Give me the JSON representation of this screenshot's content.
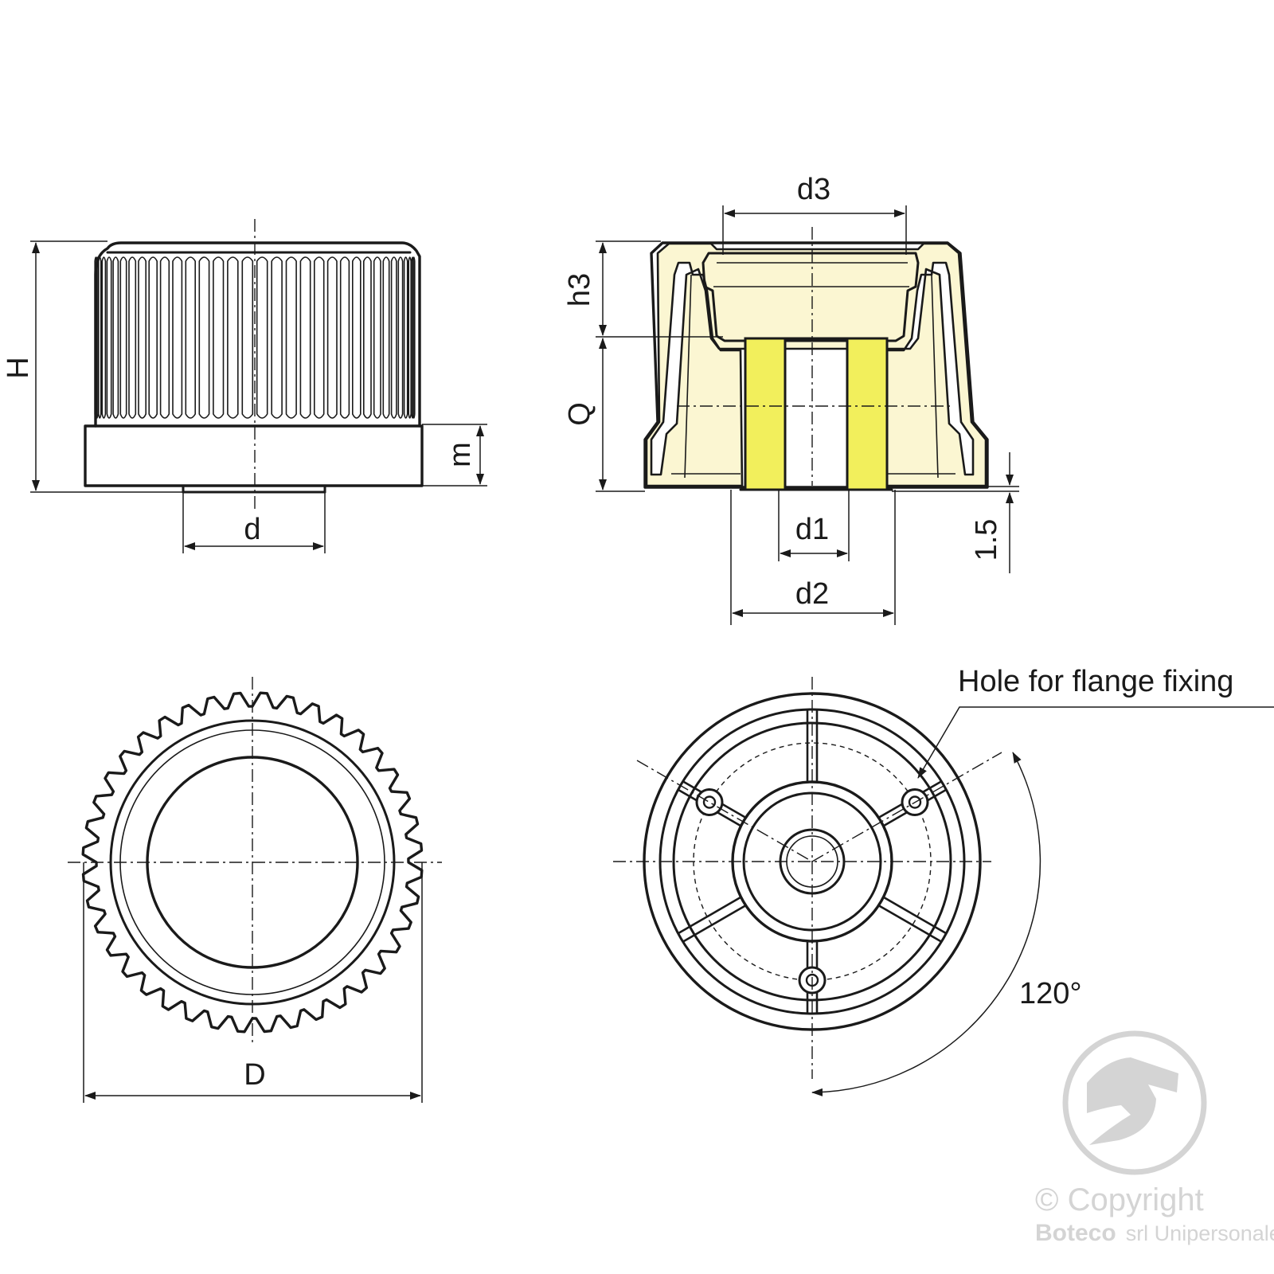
{
  "colors": {
    "line": "#1a1a1a",
    "body_fill": "#fbf6d2",
    "insert_fill": "#f2ef5c",
    "watermark": "#d4d4d4"
  },
  "dimensions": {
    "H": "H",
    "m": "m",
    "d": "d",
    "d3": "d3",
    "h3": "h3",
    "Q": "Q",
    "d1": "d1",
    "d2": "d2",
    "offset": "1.5",
    "D": "D",
    "angle": "120°"
  },
  "annotations": {
    "hole_note": "Hole for flange fixing"
  },
  "watermark": {
    "logo": "boteco-logo-icon",
    "copyright": "© Copyright",
    "company": "Boteco",
    "company_suffix": "srl Unipersonale"
  }
}
